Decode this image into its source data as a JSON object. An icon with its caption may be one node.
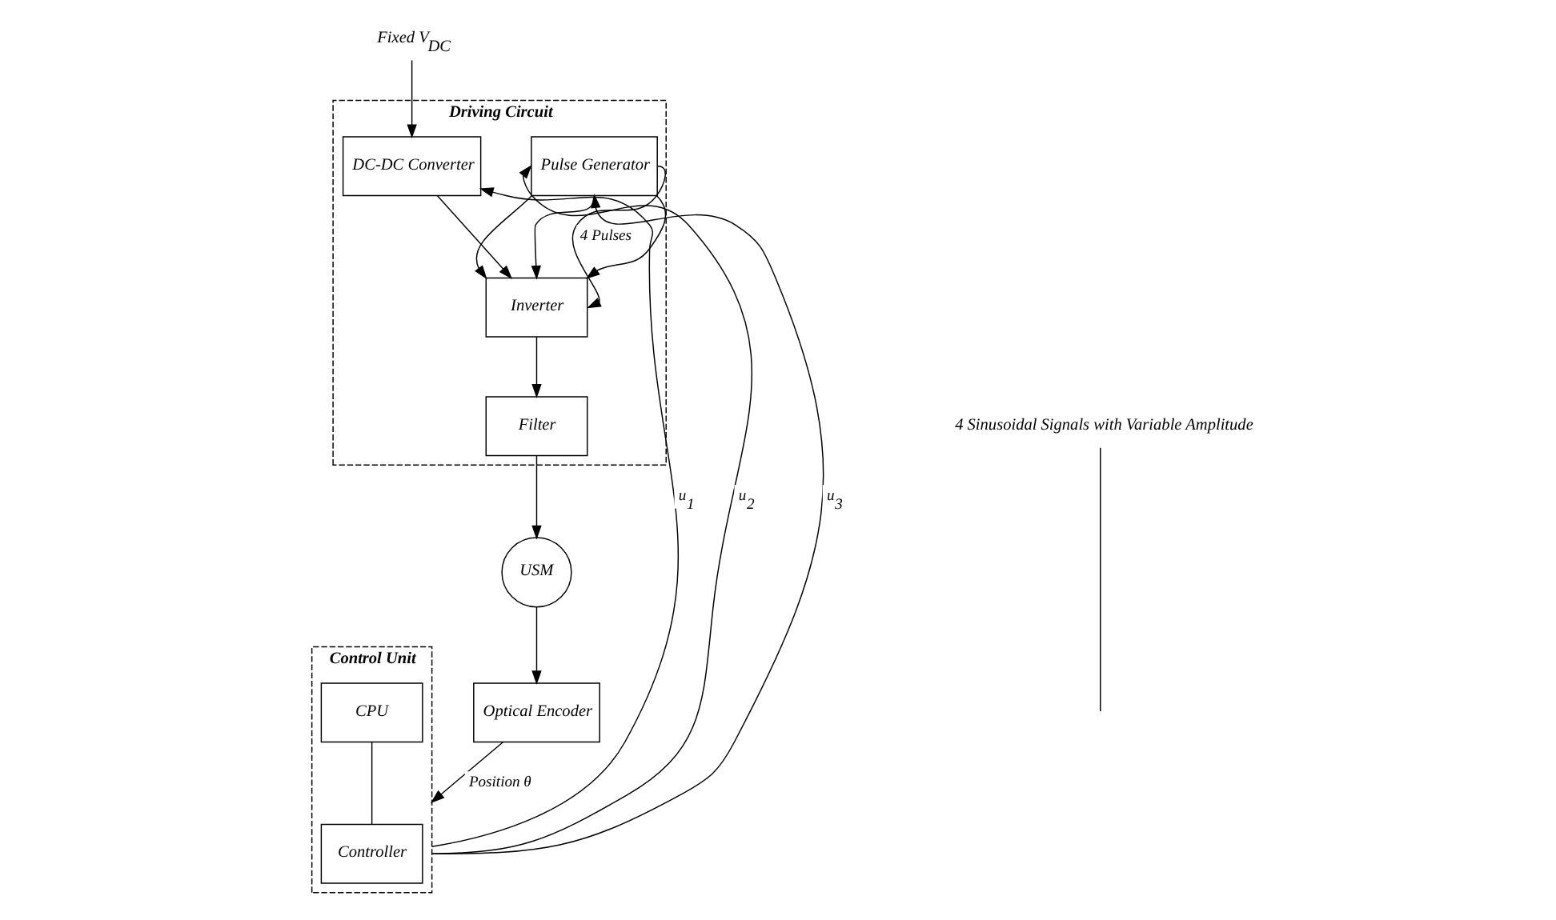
{
  "diagram": {
    "nodes": [
      {
        "text": [
          "Driving Circuit"
        ]
      },
      {
        "text": [
          "DC-DC Converter"
        ],
        "in": 0
      },
      {
        "text": [
          "Inverter"
        ],
        "in": 0
      },
      {
        "text": [
          "Filter"
        ],
        "in": 0
      },
      {
        "text": [
          "Pulse Generator"
        ],
        "in": 0
      },
      {
        "text": [
          "Control Unit"
        ]
      },
      {
        "text": [
          "CPU"
        ],
        "in": 5
      },
      {
        "text": [
          "Controller"
        ],
        "in": 5
      },
      {
        "text": [
          "USM"
        ]
      },
      {
        "text": [
          "Optical Encoder"
        ]
      },
      {
        "text": [
          "Fixed V$_{DC}$"
        ]
      },
      {
        "text": [
          "4 Sinusoidal Signals with Variable Amplitude"
        ]
      }
    ],
    "edges": [
      {
        "from": 10,
        "to": 1,
        "arrow": "to"
      },
      {
        "from": 1,
        "to": 2,
        "arrow": "to"
      },
      {
        "from": 2,
        "to": 3,
        "arrow": "to"
      },
      {
        "from": 3,
        "to": 8,
        "arrow": "to"
      },
      {
        "from": 4,
        "to": 2,
        "arrow": "to"
      },
      {
        "from": 4,
        "to": 2,
        "arrow": "to"
      },
      {
        "from": 4,
        "to": 2,
        "arrow": "to"
      },
      {
        "from": 4,
        "to": 2,
        "arrow": "to",
        "label": "4 Pulses"
      },
      {
        "from": 5,
        "to": 1,
        "arrow": "to",
        "label": "u$_{1}$"
      },
      {
        "from": 5,
        "to": 4,
        "arrow": "to",
        "label": "u$_{2}$"
      },
      {
        "from": 5,
        "to": 4,
        "arrow": "to",
        "label": "u$_{3}$"
      },
      {
        "from": 6,
        "to": 7,
        "arrow": "none"
      },
      {
        "from": 8,
        "to": 9,
        "arrow": "to"
      },
      {
        "from": 9,
        "to": 5,
        "arrow": "to",
        "label": "Position θ"
      },
      {
        "from": 11,
        "to": null,
        "arrow": "none"
      }
    ]
  }
}
